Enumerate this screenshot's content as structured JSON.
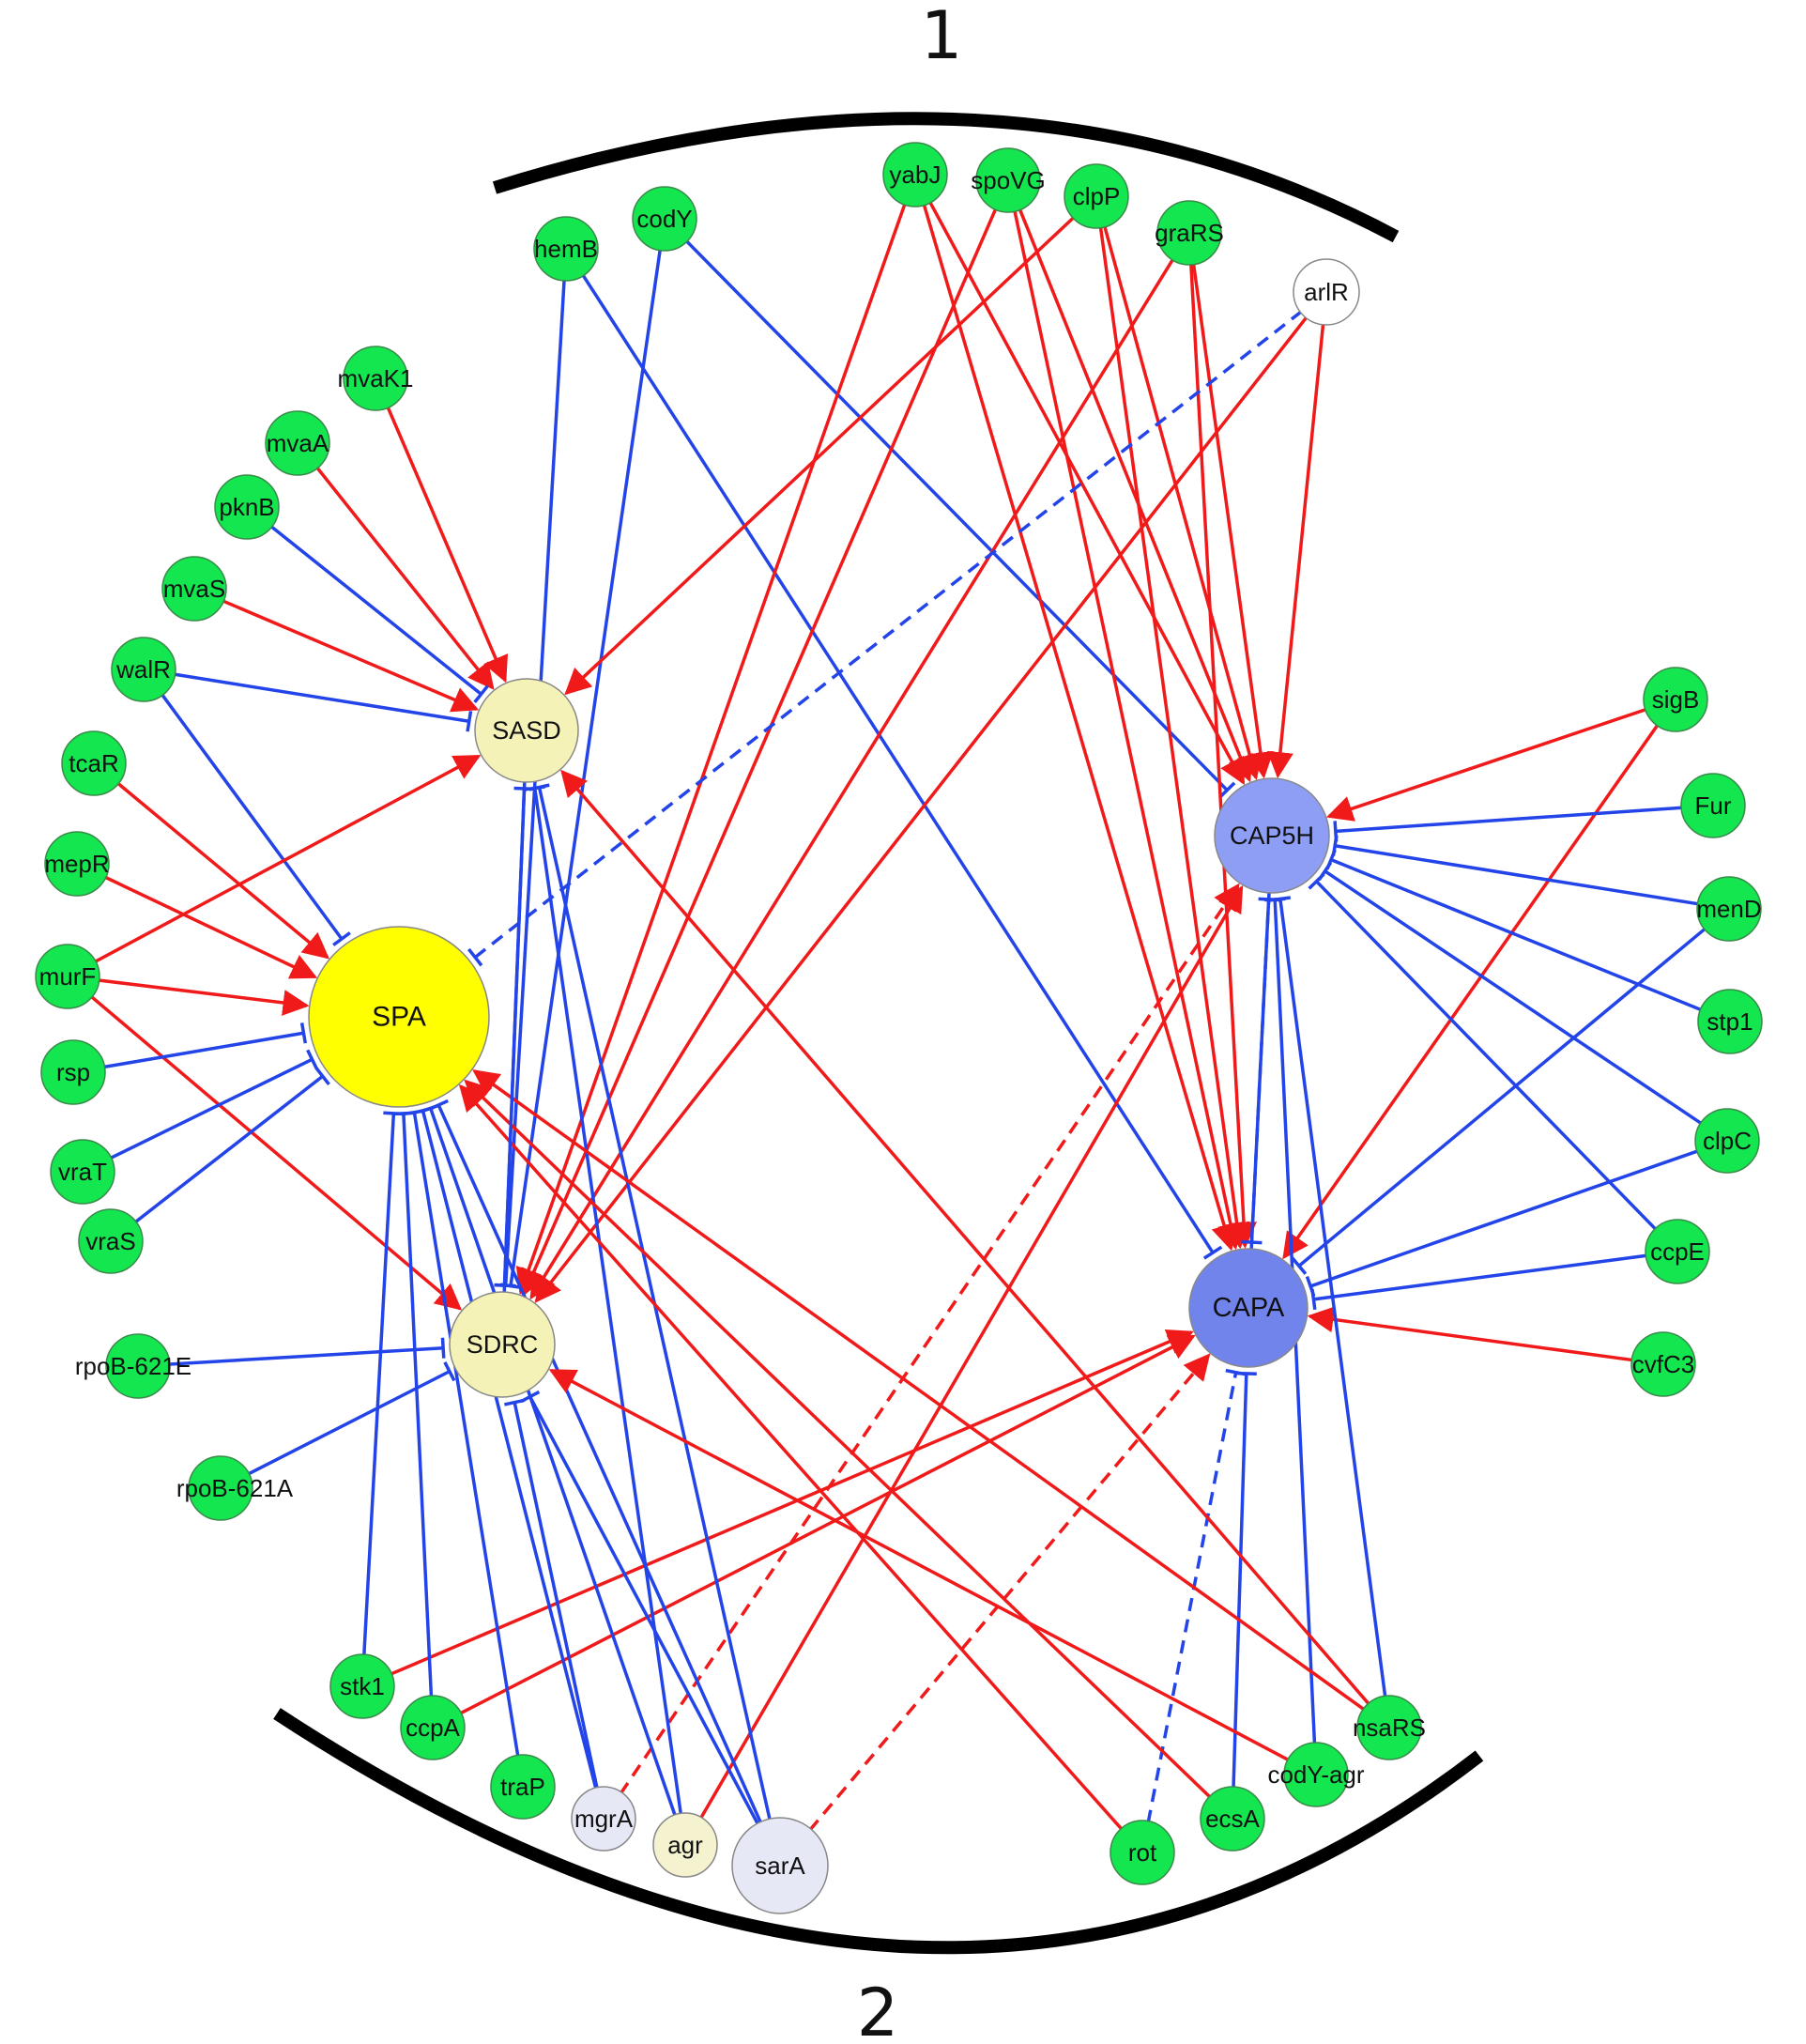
{
  "section_labels": {
    "top": "1",
    "bottom": "2"
  },
  "colors": {
    "gene": "#14e650",
    "gene_white": "#ffffff",
    "spa": "#ffff00",
    "sasd_sdrc": "#f5f2b8",
    "cap": "#8f9ef5",
    "capa": "#7184ec",
    "mgra_sara": "#e6e8f5",
    "agr": "#f5f2d0",
    "activation": "#f01a1a",
    "inhibition": "#2244e8",
    "arc": "#000000"
  },
  "nodes": [
    {
      "id": "SPA",
      "label": "SPA",
      "kind": "spa"
    },
    {
      "id": "SASD",
      "label": "SASD",
      "kind": "target"
    },
    {
      "id": "SDRC",
      "label": "SDRC",
      "kind": "target"
    },
    {
      "id": "CAP5H",
      "label": "CAP5H",
      "kind": "cap"
    },
    {
      "id": "CAPA",
      "label": "CAPA",
      "kind": "capa"
    },
    {
      "id": "hemB",
      "label": "hemB",
      "kind": "gene"
    },
    {
      "id": "codY",
      "label": "codY",
      "kind": "gene"
    },
    {
      "id": "yabJ",
      "label": "yabJ",
      "kind": "gene"
    },
    {
      "id": "spoVG",
      "label": "spoVG",
      "kind": "gene"
    },
    {
      "id": "clpP",
      "label": "clpP",
      "kind": "gene"
    },
    {
      "id": "graRS",
      "label": "graRS",
      "kind": "gene"
    },
    {
      "id": "arlR",
      "label": "arlR",
      "kind": "white"
    },
    {
      "id": "mvaK1",
      "label": "mvaK1",
      "kind": "gene"
    },
    {
      "id": "mvaA",
      "label": "mvaA",
      "kind": "gene"
    },
    {
      "id": "pknB",
      "label": "pknB",
      "kind": "gene"
    },
    {
      "id": "mvaS",
      "label": "mvaS",
      "kind": "gene"
    },
    {
      "id": "walR",
      "label": "walR",
      "kind": "gene"
    },
    {
      "id": "tcaR",
      "label": "tcaR",
      "kind": "gene"
    },
    {
      "id": "mepR",
      "label": "mepR",
      "kind": "gene"
    },
    {
      "id": "murF",
      "label": "murF",
      "kind": "gene"
    },
    {
      "id": "rsp",
      "label": "rsp",
      "kind": "gene"
    },
    {
      "id": "vraT",
      "label": "vraT",
      "kind": "gene"
    },
    {
      "id": "vraS",
      "label": "vraS",
      "kind": "gene"
    },
    {
      "id": "rpoB621E",
      "label": "rpoB-621E",
      "kind": "gene"
    },
    {
      "id": "rpoB621A",
      "label": "rpoB-621A",
      "kind": "gene"
    },
    {
      "id": "sigB",
      "label": "sigB",
      "kind": "gene"
    },
    {
      "id": "Fur",
      "label": "Fur",
      "kind": "gene"
    },
    {
      "id": "menD",
      "label": "menD",
      "kind": "gene"
    },
    {
      "id": "stp1",
      "label": "stp1",
      "kind": "gene"
    },
    {
      "id": "clpC",
      "label": "clpC",
      "kind": "gene"
    },
    {
      "id": "ccpE",
      "label": "ccpE",
      "kind": "gene"
    },
    {
      "id": "cvfC3",
      "label": "cvfC3",
      "kind": "gene"
    },
    {
      "id": "stk1",
      "label": "stk1",
      "kind": "gene"
    },
    {
      "id": "ccpA",
      "label": "ccpA",
      "kind": "gene"
    },
    {
      "id": "traP",
      "label": "traP",
      "kind": "gene"
    },
    {
      "id": "mgrA",
      "label": "mgrA",
      "kind": "lavender"
    },
    {
      "id": "agr",
      "label": "agr",
      "kind": "cream"
    },
    {
      "id": "sarA",
      "label": "sarA",
      "kind": "lavender"
    },
    {
      "id": "rot",
      "label": "rot",
      "kind": "gene"
    },
    {
      "id": "ecsA",
      "label": "ecsA",
      "kind": "gene"
    },
    {
      "id": "codYagr",
      "label": "codY-agr",
      "kind": "gene"
    },
    {
      "id": "nsaRS",
      "label": "nsaRS",
      "kind": "gene"
    }
  ],
  "edges": [
    {
      "from": "mvaK1",
      "to": "SASD",
      "type": "activation"
    },
    {
      "from": "mvaA",
      "to": "SASD",
      "type": "activation"
    },
    {
      "from": "pknB",
      "to": "SASD",
      "type": "inhibition"
    },
    {
      "from": "mvaS",
      "to": "SASD",
      "type": "activation"
    },
    {
      "from": "walR",
      "to": "SASD",
      "type": "inhibition"
    },
    {
      "from": "walR",
      "to": "SPA",
      "type": "inhibition"
    },
    {
      "from": "tcaR",
      "to": "SPA",
      "type": "activation"
    },
    {
      "from": "mepR",
      "to": "SPA",
      "type": "activation"
    },
    {
      "from": "murF",
      "to": "SPA",
      "type": "activation"
    },
    {
      "from": "murF",
      "to": "SASD",
      "type": "activation"
    },
    {
      "from": "murF",
      "to": "SDRC",
      "type": "activation"
    },
    {
      "from": "rsp",
      "to": "SPA",
      "type": "inhibition"
    },
    {
      "from": "vraT",
      "to": "SPA",
      "type": "inhibition"
    },
    {
      "from": "vraS",
      "to": "SPA",
      "type": "inhibition"
    },
    {
      "from": "rpoB621E",
      "to": "SDRC",
      "type": "inhibition"
    },
    {
      "from": "rpoB621A",
      "to": "SDRC",
      "type": "inhibition"
    },
    {
      "from": "hemB",
      "to": "SDRC",
      "type": "inhibition"
    },
    {
      "from": "hemB",
      "to": "CAPA",
      "type": "inhibition"
    },
    {
      "from": "codY",
      "to": "SDRC",
      "type": "inhibition"
    },
    {
      "from": "codY",
      "to": "CAP5H",
      "type": "inhibition"
    },
    {
      "from": "yabJ",
      "to": "SDRC",
      "type": "activation"
    },
    {
      "from": "yabJ",
      "to": "CAP5H",
      "type": "activation"
    },
    {
      "from": "yabJ",
      "to": "CAPA",
      "type": "activation"
    },
    {
      "from": "spoVG",
      "to": "SDRC",
      "type": "activation"
    },
    {
      "from": "spoVG",
      "to": "CAP5H",
      "type": "activation"
    },
    {
      "from": "spoVG",
      "to": "CAPA",
      "type": "activation"
    },
    {
      "from": "clpP",
      "to": "SASD",
      "type": "activation"
    },
    {
      "from": "clpP",
      "to": "CAP5H",
      "type": "activation"
    },
    {
      "from": "clpP",
      "to": "CAPA",
      "type": "activation"
    },
    {
      "from": "graRS",
      "to": "SDRC",
      "type": "activation"
    },
    {
      "from": "graRS",
      "to": "CAP5H",
      "type": "activation"
    },
    {
      "from": "graRS",
      "to": "CAPA",
      "type": "activation"
    },
    {
      "from": "arlR",
      "to": "SPA",
      "type": "inhibition",
      "dashed": true
    },
    {
      "from": "arlR",
      "to": "CAP5H",
      "type": "activation"
    },
    {
      "from": "arlR",
      "to": "SDRC",
      "type": "activation"
    },
    {
      "from": "sigB",
      "to": "CAP5H",
      "type": "activation"
    },
    {
      "from": "sigB",
      "to": "CAPA",
      "type": "activation"
    },
    {
      "from": "Fur",
      "to": "CAP5H",
      "type": "inhibition"
    },
    {
      "from": "menD",
      "to": "CAP5H",
      "type": "inhibition"
    },
    {
      "from": "menD",
      "to": "CAPA",
      "type": "inhibition"
    },
    {
      "from": "stp1",
      "to": "CAP5H",
      "type": "inhibition"
    },
    {
      "from": "clpC",
      "to": "CAP5H",
      "type": "inhibition"
    },
    {
      "from": "clpC",
      "to": "CAPA",
      "type": "inhibition"
    },
    {
      "from": "ccpE",
      "to": "CAP5H",
      "type": "inhibition"
    },
    {
      "from": "ccpE",
      "to": "CAPA",
      "type": "inhibition"
    },
    {
      "from": "cvfC3",
      "to": "CAPA",
      "type": "activation"
    },
    {
      "from": "stk1",
      "to": "SPA",
      "type": "inhibition"
    },
    {
      "from": "stk1",
      "to": "CAPA",
      "type": "activation"
    },
    {
      "from": "ccpA",
      "to": "SPA",
      "type": "inhibition"
    },
    {
      "from": "ccpA",
      "to": "CAPA",
      "type": "activation"
    },
    {
      "from": "traP",
      "to": "SPA",
      "type": "inhibition"
    },
    {
      "from": "mgrA",
      "to": "SPA",
      "type": "inhibition"
    },
    {
      "from": "mgrA",
      "to": "SDRC",
      "type": "inhibition"
    },
    {
      "from": "mgrA",
      "to": "CAP5H",
      "type": "activation",
      "dashed": true
    },
    {
      "from": "agr",
      "to": "SASD",
      "type": "inhibition"
    },
    {
      "from": "agr",
      "to": "SPA",
      "type": "inhibition"
    },
    {
      "from": "agr",
      "to": "CAP5H",
      "type": "activation"
    },
    {
      "from": "sarA",
      "to": "SASD",
      "type": "inhibition"
    },
    {
      "from": "sarA",
      "to": "SPA",
      "type": "inhibition"
    },
    {
      "from": "sarA",
      "to": "SDRC",
      "type": "inhibition"
    },
    {
      "from": "sarA",
      "to": "CAPA",
      "type": "activation",
      "dashed": true
    },
    {
      "from": "rot",
      "to": "SPA",
      "type": "activation"
    },
    {
      "from": "rot",
      "to": "CAPA",
      "type": "inhibition",
      "dashed": true
    },
    {
      "from": "ecsA",
      "to": "CAPA",
      "type": "inhibition"
    },
    {
      "from": "ecsA",
      "to": "SPA",
      "type": "activation"
    },
    {
      "from": "codYagr",
      "to": "CAP5H",
      "type": "inhibition"
    },
    {
      "from": "codYagr",
      "to": "SDRC",
      "type": "activation"
    },
    {
      "from": "nsaRS",
      "to": "CAP5H",
      "type": "inhibition"
    },
    {
      "from": "nsaRS",
      "to": "SPA",
      "type": "activation"
    },
    {
      "from": "nsaRS",
      "to": "SASD",
      "type": "activation"
    },
    {
      "from": "CAP5H",
      "to": "CAPA",
      "type": "inhibition",
      "dashed": true
    },
    {
      "from": "CAPA",
      "to": "CAP5H",
      "type": "inhibition"
    },
    {
      "from": "SASD",
      "to": "SDRC",
      "type": "inhibition"
    },
    {
      "from": "SDRC",
      "to": "SASD",
      "type": "inhibition"
    }
  ]
}
